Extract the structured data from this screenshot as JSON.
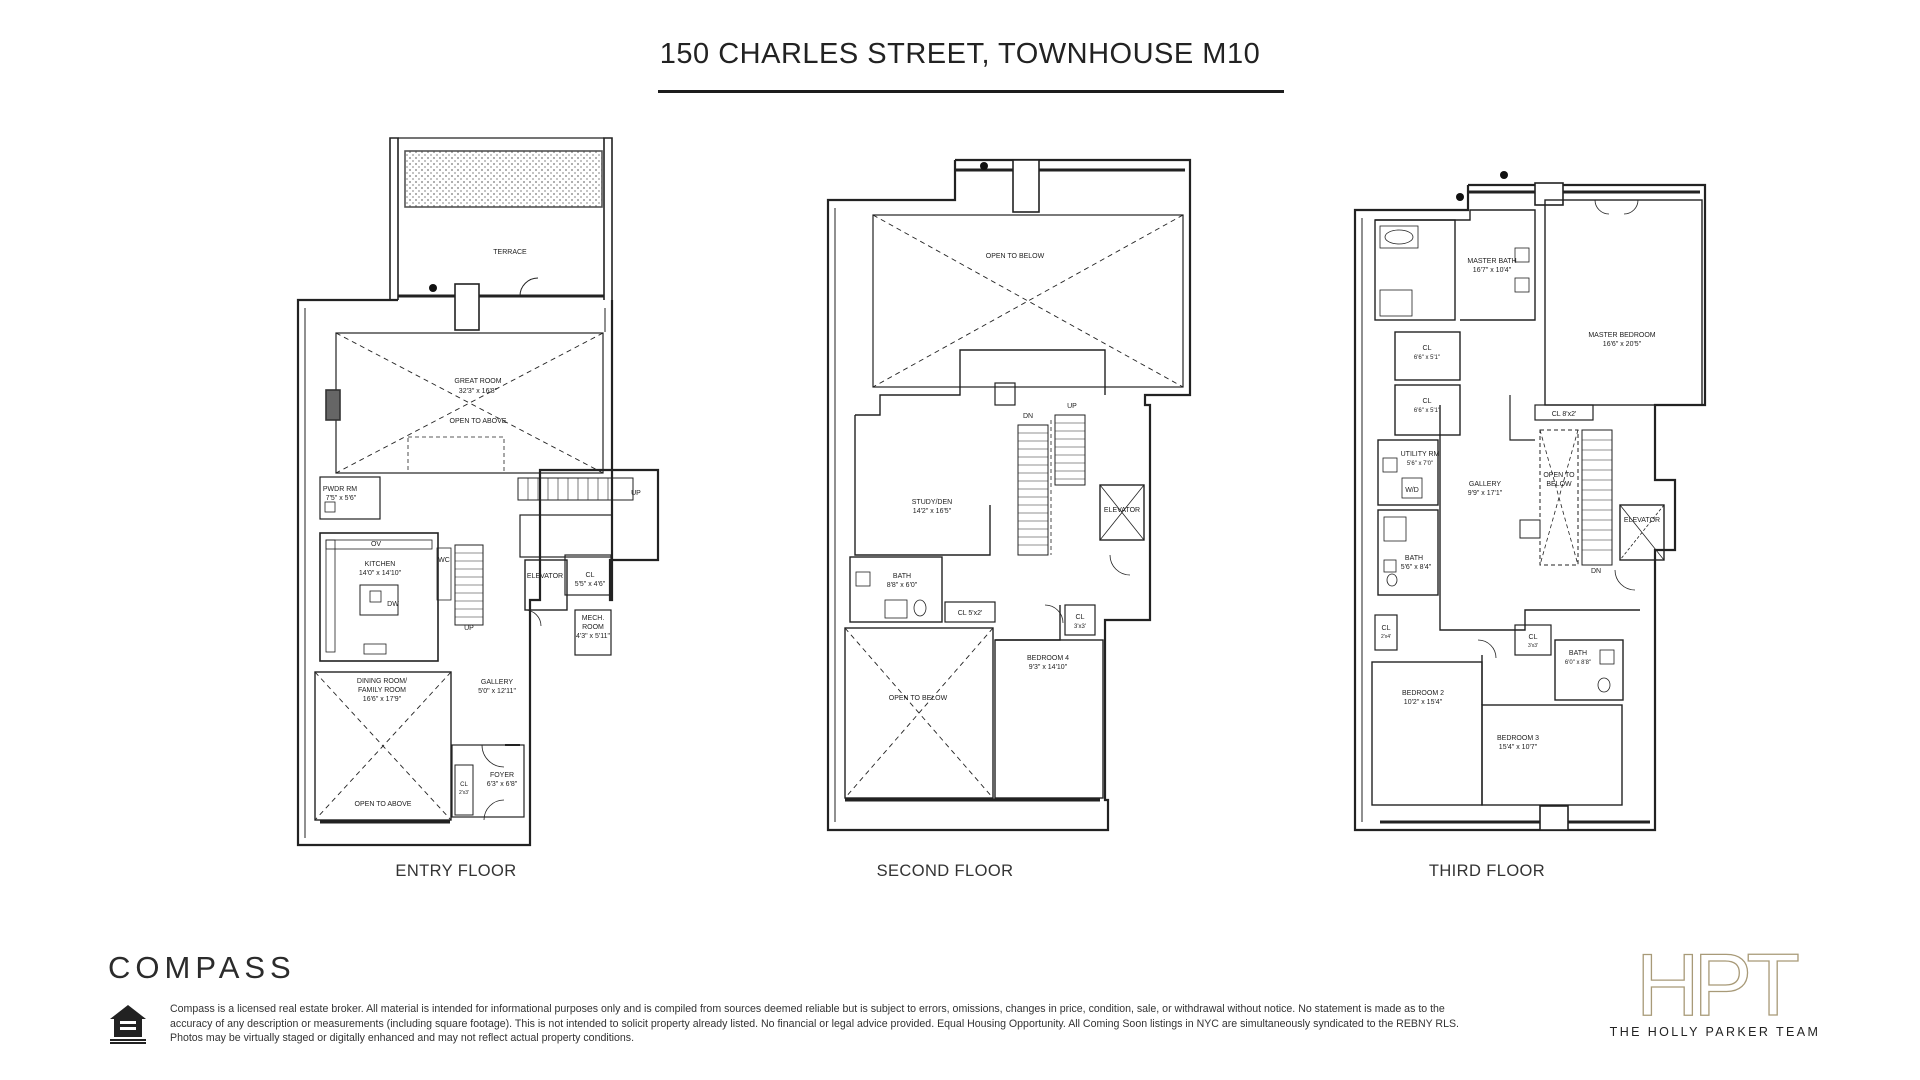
{
  "title": "150 CHARLES STREET, TOWNHOUSE M10",
  "floors": {
    "entry": {
      "label": "ENTRY FLOOR",
      "rooms": {
        "terrace": "TERRACE",
        "great_room": "GREAT ROOM",
        "great_room_dim": "32'3\" x 16'8\"",
        "open_to_above": "OPEN TO ABOVE",
        "pwdr_rm": "PWDR RM",
        "pwdr_rm_dim": "7'5\" x 5'6\"",
        "kitchen": "KITCHEN",
        "kitchen_dim": "14'0\" x 14'10\"",
        "ov": "OV",
        "wc": "WC",
        "dw": "DW",
        "up": "UP",
        "up2": "UP",
        "elevator": "ELEVATOR",
        "cl": "CL",
        "cl_dim": "5'5\" x 4'6\"",
        "mech_room": "MECH.",
        "mech_room2": "ROOM",
        "mech_room_dim": "4'3\" x 5'11\"",
        "dining_room": "DINING ROOM/",
        "family_room": "FAMILY ROOM",
        "dining_dim": "16'6\" x 17'9\"",
        "gallery": "GALLERY",
        "gallery_dim": "5'0\" x 12'11\"",
        "foyer": "FOYER",
        "foyer_dim": "6'3\" x 6'8\"",
        "cl2": "CL",
        "cl2_dim": "2'x3'",
        "open_to_above2": "OPEN TO ABOVE"
      }
    },
    "second": {
      "label": "SECOND FLOOR",
      "rooms": {
        "open_to_below": "OPEN TO BELOW",
        "dn": "DN",
        "up": "UP",
        "study": "STUDY/DEN",
        "study_dim": "14'2\" x 16'5\"",
        "elevator": "ELEVATOR",
        "bath": "BATH",
        "bath_dim": "8'8\" x 6'0\"",
        "cl": "CL 5'x2'",
        "cl2": "CL",
        "cl2_dim": "3'x3'",
        "bedroom4": "BEDROOM 4",
        "bedroom4_dim": "9'3\" x 14'10\"",
        "open_to_below2": "OPEN TO BELOW"
      }
    },
    "third": {
      "label": "THIRD FLOOR",
      "rooms": {
        "master_bath": "MASTER BATH",
        "master_bath_dim": "16'7\" x 10'4\"",
        "master_bedroom": "MASTER BEDROOM",
        "master_bedroom_dim": "16'6\" x 20'5\"",
        "cl_a": "CL",
        "cl_a_dim": "6'6\" x 5'1\"",
        "cl_b": "CL",
        "cl_b_dim": "6'6\" x 5'1\"",
        "cl_c": "CL 8'x2'",
        "utility": "UTILITY RM",
        "utility_dim": "5'6\" x 7'0\"",
        "wd": "W/D",
        "gallery": "GALLERY",
        "gallery_dim": "9'9\" x 17'1\"",
        "open_to": "OPEN TO",
        "below": "BELOW",
        "elevator": "ELEVATOR",
        "bath": "BATH",
        "bath_dim": "5'6\" x 8'4\"",
        "dn": "DN",
        "cl_d": "CL",
        "cl_d_dim": "2'x4'",
        "cl_e": "CL",
        "cl_e_dim": "3'x3'",
        "bath2": "BATH",
        "bath2_dim": "6'0\" x 8'8\"",
        "bedroom2": "BEDROOM 2",
        "bedroom2_dim": "10'2\" x 15'4\"",
        "bedroom3": "BEDROOM 3",
        "bedroom3_dim": "15'4\" x 10'7\""
      }
    }
  },
  "brand": {
    "compass": "COMPASS",
    "disclaimer": "Compass is a licensed real estate broker. All material is intended for informational purposes only and is compiled from sources deemed reliable but is subject to errors, omissions, changes in price, condition, sale, or withdrawal without notice. No statement is made as to the accuracy of any description or measurements (including square footage). This is not intended to solicit property already listed. No financial or legal advice provided. Equal Housing Opportunity. All Coming Soon listings in NYC are simultaneously syndicated to the REBNY RLS. Photos may be virtually staged or digitally enhanced and may not reflect actual property conditions.",
    "hpt_logo": "HPT",
    "hpt_team": "THE HOLLY PARKER TEAM",
    "eho_icon": "equal-housing-opportunity-icon",
    "accent": "#a89a78"
  }
}
